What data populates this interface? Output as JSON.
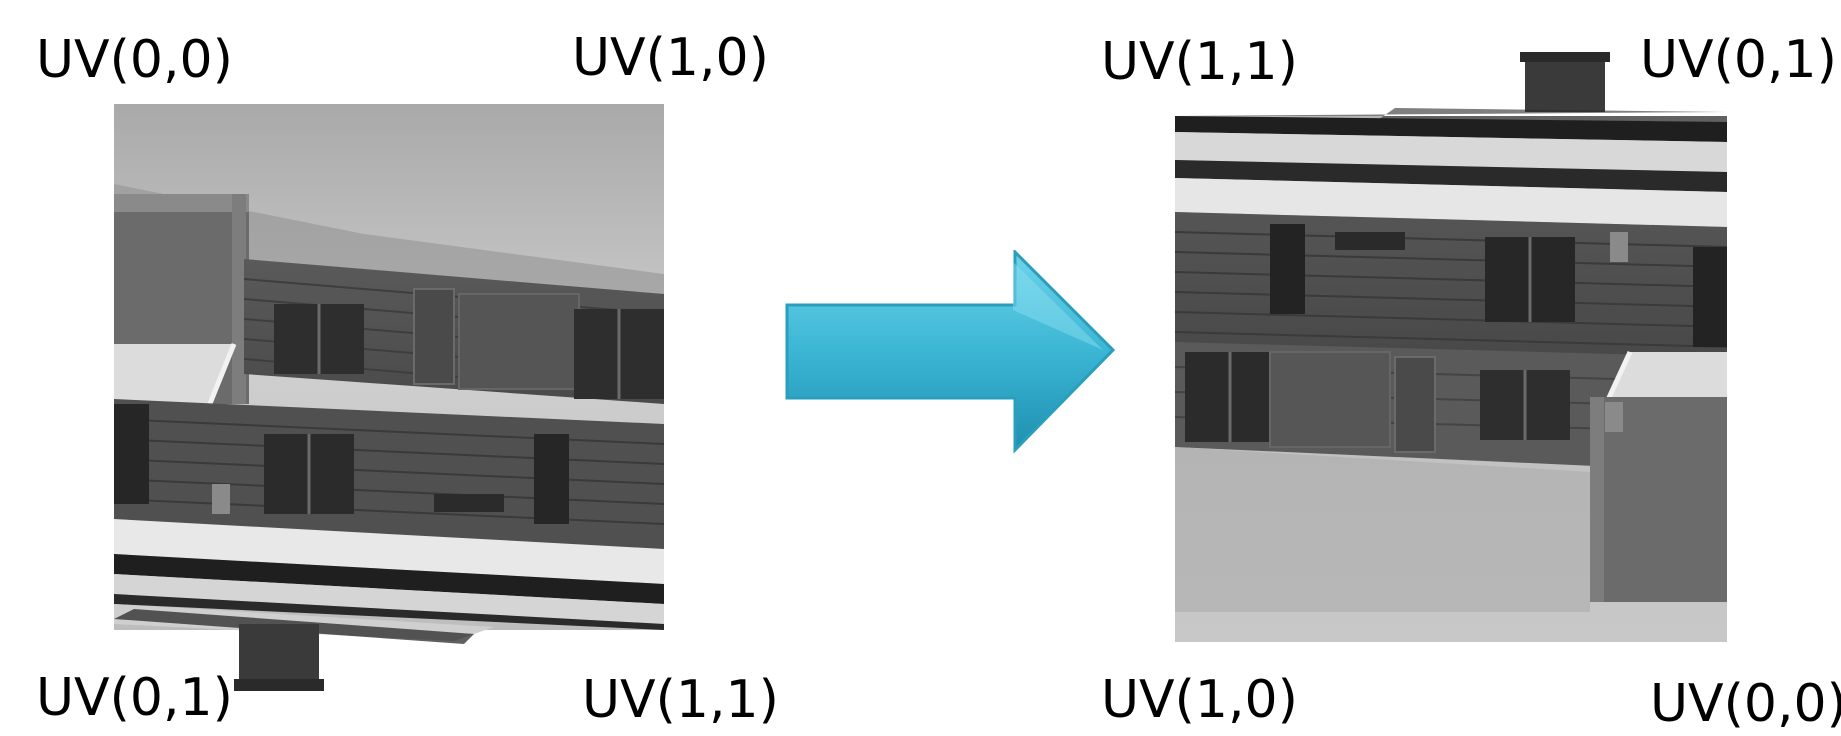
{
  "diagram": {
    "left": {
      "top_left_label": "UV(0,0)",
      "top_right_label": "UV(1,0)",
      "bottom_left_label": "UV(0,1)",
      "bottom_right_label": "UV(1,1)",
      "image_description": "grayscale rendered building texture, upside down"
    },
    "right": {
      "top_left_label": "UV(1,1)",
      "top_right_label": "UV(0,1)",
      "bottom_left_label": "UV(1,0)",
      "bottom_right_label": "UV(0,0)",
      "image_description": "grayscale rendered building texture, rotated upright"
    },
    "arrow_color": "#3bb6d4",
    "arrow_direction": "right"
  }
}
